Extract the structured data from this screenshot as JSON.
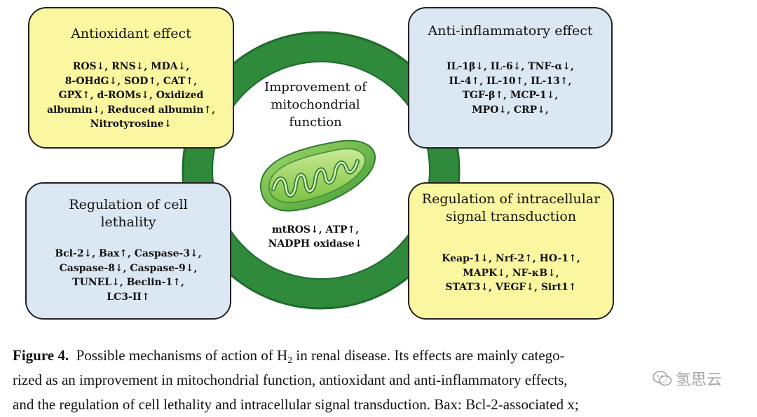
{
  "center": {
    "title": "Improvement of\nmitochondrial\nfunction",
    "body": "mtROS↓, ATP↑,\nNADPH oxidase↓"
  },
  "boxes": {
    "antioxidant": {
      "title": "Antioxidant effect",
      "body": "ROS↓, RNS↓, MDA↓,\n8-OHdG↓, SOD↑, CAT↑,\nGPX↑, d-ROMs↓, Oxidized\nalbumin↓, Reduced albumin↑,\nNitrotyrosine↓"
    },
    "anti_inflammatory": {
      "title": "Anti-inflammatory effect",
      "body": "IL-1β↓, IL-6↓, TNF-α↓,\nIL-4↑, IL-10↑, IL-13↑,\nTGF-β↑, MCP-1↓,\nMPO↓, CRP↓,"
    },
    "cell_lethality": {
      "title": "Regulation of cell\nlethality",
      "body": "Bcl-2↓, Bax↑, Caspase-3↓,\nCaspase-8↓, Caspase-9↓,\nTUNEL↓,  Beclin-1↑,\nLC3-II↑"
    },
    "signal_transduction": {
      "title": "Regulation of intracellular\nsignal transduction",
      "body": "Keap-1↓, Nrf-2↑, HO-1↑,\nMAPK↓, NF-κB↓,\nSTAT3↓, VEGF↓, Sirt1↑"
    }
  },
  "caption": {
    "label": "Figure 4.",
    "line1_a": "Possible mechanisms of action of H",
    "line1_sub": "2",
    "line1_b": "in renal disease.  Its effects are mainly catego-",
    "line2": "rized as an improvement in mitochondrial function, antioxidant and anti-inflammatory effects,",
    "line3": "and the regulation of cell lethality and intracellular signal transduction.  Bax: Bcl-2-associated x;"
  },
  "watermark": {
    "text": "氢思云"
  },
  "colors": {
    "ring": "#2f8a3c",
    "ring_dark": "#1f6b2b",
    "box_yellow": "#fbf7a0",
    "box_blue": "#dbe7f3",
    "mito_outer": "#7cc242",
    "mito_inner": "#b8e07a"
  },
  "icons": {
    "mitochondrion": "mitochondrion-icon",
    "watermark_logo": "wechat-icon"
  }
}
